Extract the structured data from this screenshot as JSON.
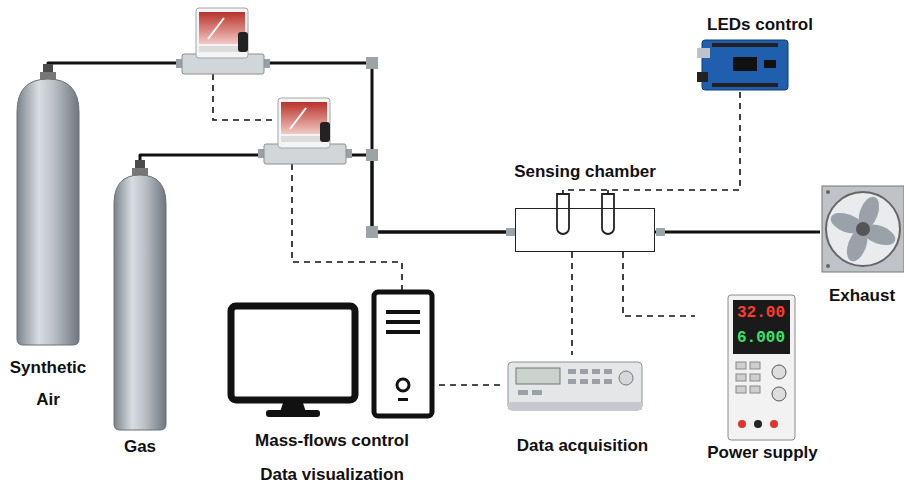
{
  "diagram": {
    "nodes": [
      {
        "text": [
          "Synthetic Air"
        ]
      },
      {
        "text": [
          "Gas"
        ]
      },
      {
        "text": [
          "LEDs control"
        ]
      },
      {
        "text": [
          "Sensing chamber"
        ]
      },
      {
        "text": [
          "Exhaust"
        ]
      },
      {
        "text": [
          "Mass-flows control",
          "Data visualization"
        ]
      },
      {
        "text": [
          "Data acquisition"
        ]
      },
      {
        "text": [
          "Power supply"
        ]
      }
    ],
    "edges": [
      {
        "from": 0,
        "to": 3,
        "arrow": "none"
      },
      {
        "from": 1,
        "to": 3,
        "arrow": "none"
      },
      {
        "from": 3,
        "to": 4,
        "arrow": "none"
      },
      {
        "from": 2,
        "to": 3,
        "arrow": "none"
      },
      {
        "from": 3,
        "to": 6,
        "arrow": "none"
      },
      {
        "from": 3,
        "to": 7,
        "arrow": "none"
      },
      {
        "from": 6,
        "to": 5,
        "arrow": "none"
      }
    ],
    "labels": [
      "32.00",
      "6.000"
    ]
  }
}
